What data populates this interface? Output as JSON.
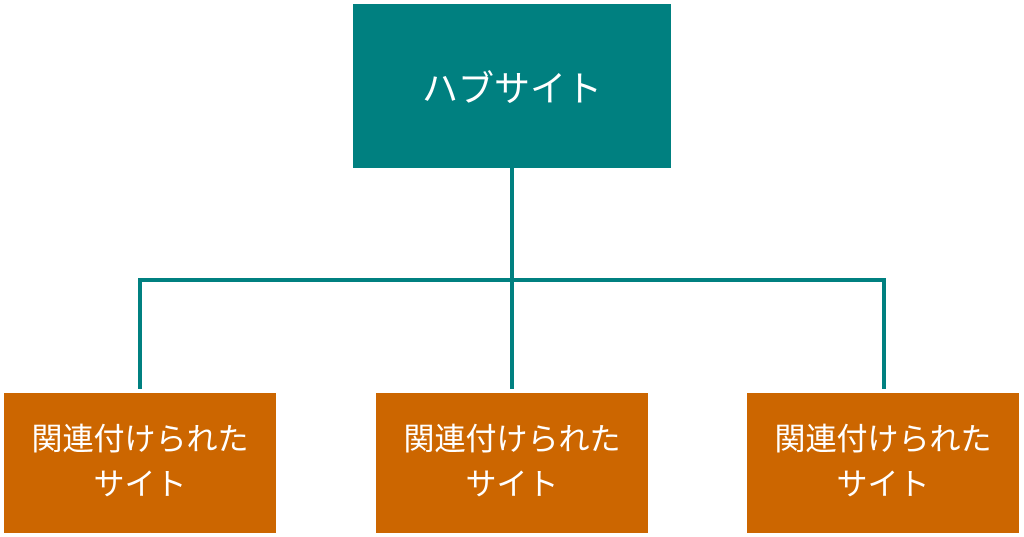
{
  "diagram": {
    "hub": {
      "label": "ハブサイト",
      "color": "#008080"
    },
    "connector_color": "#008080",
    "children": [
      {
        "line1": "関連付けられた",
        "line2": "サイト",
        "color": "#CC6600"
      },
      {
        "line1": "関連付けられた",
        "line2": "サイト",
        "color": "#CC6600"
      },
      {
        "line1": "関連付けられた",
        "line2": "サイト",
        "color": "#CC6600"
      }
    ]
  }
}
